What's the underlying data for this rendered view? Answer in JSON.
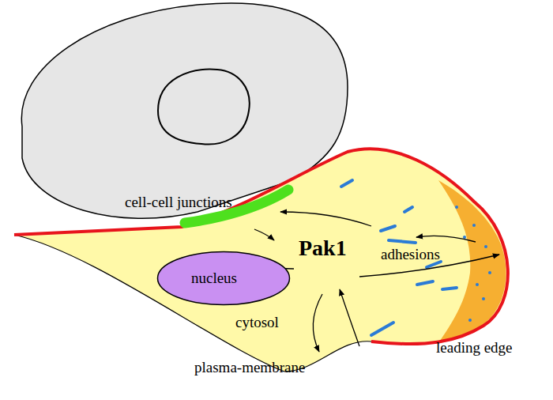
{
  "diagram": {
    "nodes": [
      {
        "text": [
          "nucleus"
        ]
      }
    ],
    "labels": [
      "cell-cell junctions",
      "Pak1",
      "adhesions",
      "cytosol",
      "plasma-membrane",
      "leading edge"
    ]
  }
}
